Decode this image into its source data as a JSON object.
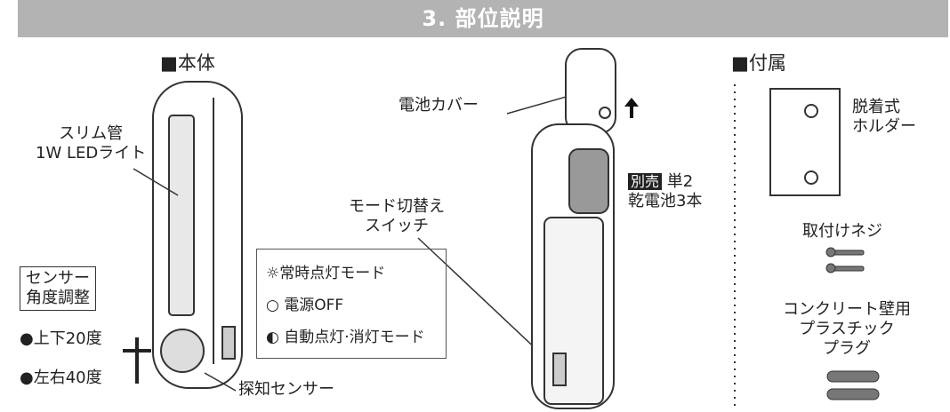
{
  "header": {
    "title": "3. 部位説明"
  },
  "main_body": {
    "section_label": "■本体",
    "led_label_line1": "スリム管",
    "led_label_line2": "1W LEDライト",
    "sensor_angle_line1": "センサー",
    "sensor_angle_line2": "角度調整",
    "vertical_angle": "●上下20度",
    "horizontal_angle": "●左右40度",
    "sensor_label": "探知センサー"
  },
  "mode_legend": {
    "always_on": "常時点灯モード",
    "power_off": "電源OFF",
    "auto": "自動点灯·消灯モード"
  },
  "battery_view": {
    "battery_cover": "電池カバー",
    "mode_switch_line1": "モード切替え",
    "mode_switch_line2": "スイッチ",
    "sold_separately": "別売",
    "battery_line1": "単2",
    "battery_line2": "乾電池3本"
  },
  "accessories": {
    "section_label": "■付属",
    "holder_line1": "脱着式",
    "holder_line2": "ホルダー",
    "screws": "取付けネジ",
    "plug_line1": "コンクリート壁用",
    "plug_line2": "プラスチック",
    "plug_line3": "プラグ"
  }
}
